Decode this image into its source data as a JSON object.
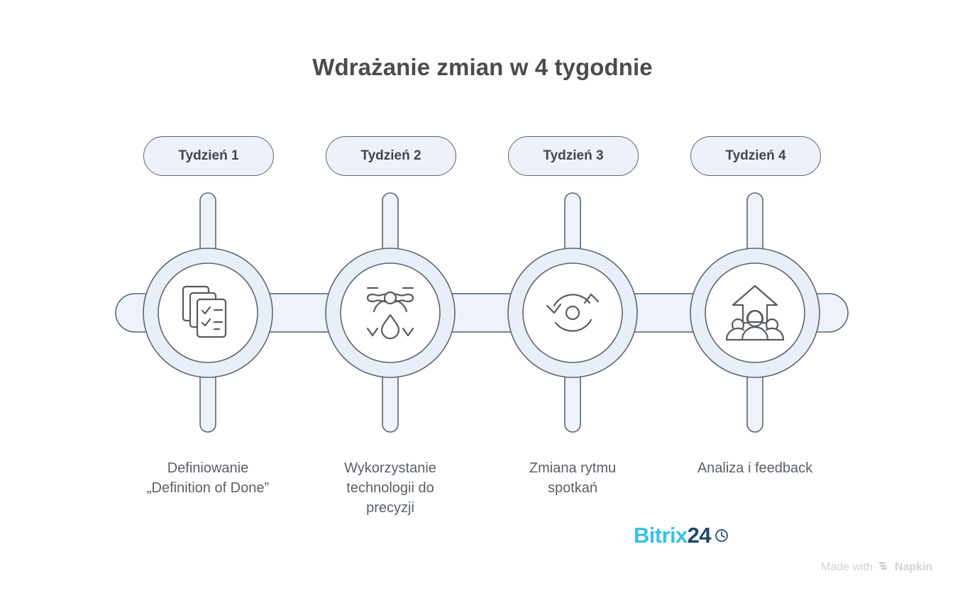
{
  "title": "Wdrażanie zmian w 4 tygodnie",
  "colors": {
    "background": "#ffffff",
    "title_text": "#4b4b4b",
    "caption_text": "#5a5f66",
    "pill_fill": "#eef1f9",
    "pill_border": "#5d6570",
    "pill_text": "#3f4650",
    "ring_fill": "#e9eff9",
    "ring_stroke": "#5d6570",
    "connector_fill": "#edf2fb",
    "inner_circle_fill": "#ffffff",
    "icon_stroke": "#565b61",
    "bitrix_light": "#3ac0e8",
    "bitrix_dark": "#1d4870",
    "watermark": "#cfd2d6"
  },
  "steps": [
    {
      "pill_label": "Tydzień 1",
      "caption": "Definiowanie\n„Definition of Done”",
      "icon_name": "checklist-documents-icon"
    },
    {
      "pill_label": "Tydzień 2",
      "caption": "Wykorzystanie\ntechnologii do\nprecyzji",
      "icon_name": "drone-spray-droplet-icon"
    },
    {
      "pill_label": "Tydzień 3",
      "caption": "Zmiana rytmu\nspotkań",
      "icon_name": "refresh-cycle-icon"
    },
    {
      "pill_label": "Tydzień 4",
      "caption": "Analiza i feedback",
      "icon_name": "people-growth-arrow-icon"
    }
  ],
  "branding": {
    "bitrix_part1": "Bitrix",
    "bitrix_part2": "24",
    "bitrix_clock_icon": "clock-icon"
  },
  "watermark": {
    "made_with": "Made with",
    "logo_icon": "napkin-logo-icon",
    "product": "Napkin"
  }
}
